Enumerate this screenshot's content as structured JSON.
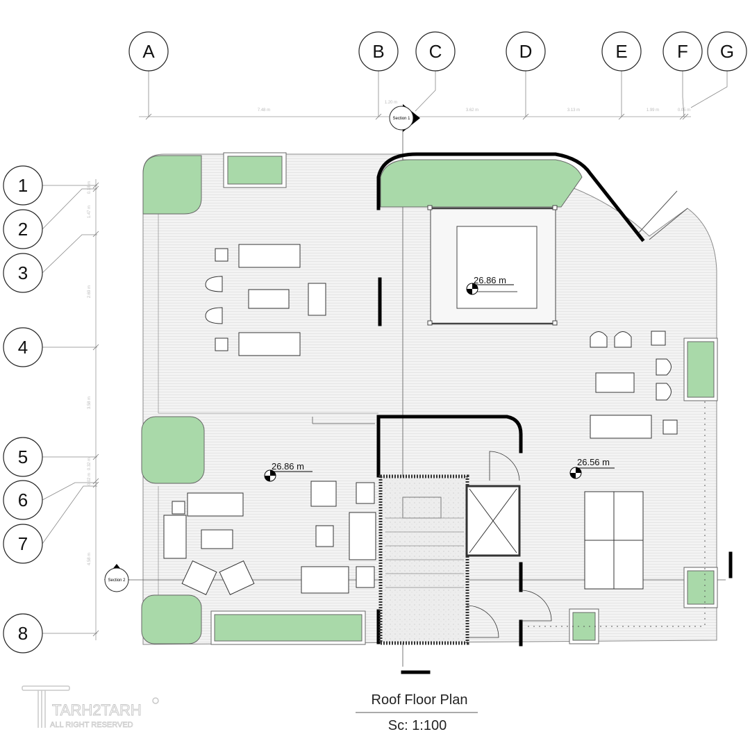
{
  "grid": {
    "columns": [
      "A",
      "B",
      "C",
      "D",
      "E",
      "F",
      "G"
    ],
    "rows": [
      "1",
      "2",
      "3",
      "4",
      "5",
      "6",
      "7",
      "8"
    ]
  },
  "dimensions": {
    "horizontal": [
      "7.48 m",
      "1.20 m",
      "3.62 m",
      "3.13 m",
      "1.99 m",
      "0.05 m"
    ],
    "vertical": [
      "0.18 m",
      "1.47 m",
      "2.69 m",
      "3.58 m",
      "0.32 m",
      "0.02 m",
      "4.58 m"
    ]
  },
  "sections": {
    "section1": "Section 1",
    "section2": "Section 2"
  },
  "levels": [
    "26.86 m",
    "26.86 m",
    "26.56 m"
  ],
  "title": {
    "name": "Roof Floor Plan",
    "scale": "Sc: 1:100"
  },
  "logo": {
    "brand": "TARH2TARH",
    "rights": "ALL RIGHT RESERVED"
  },
  "colors": {
    "planter": "#a9d9a9",
    "wall": "#000000",
    "deck": "#f2f2f2"
  }
}
